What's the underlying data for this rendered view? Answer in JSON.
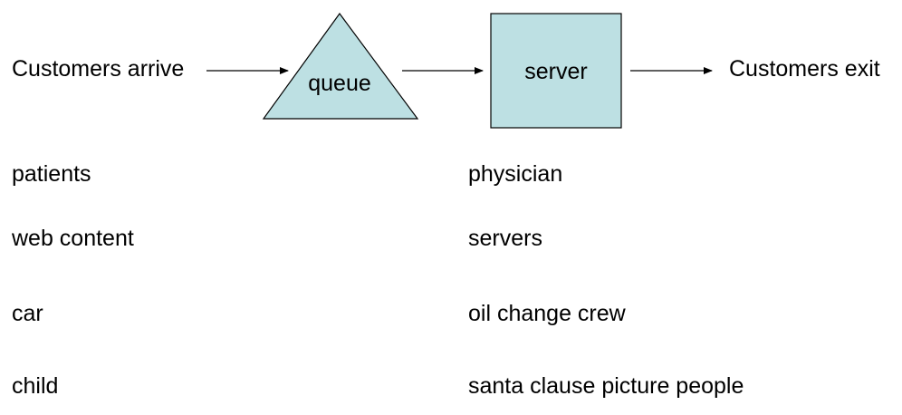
{
  "diagram": {
    "source_label": "Customers arrive",
    "queue_label": "queue",
    "server_label": "server",
    "sink_label": "Customers exit",
    "shape_fill": "#bde0e3",
    "stroke_color": "#000000"
  },
  "examples": [
    {
      "customer": "patients",
      "server": "physician"
    },
    {
      "customer": "web content",
      "server": "servers"
    },
    {
      "customer": "car",
      "server": "oil change crew"
    },
    {
      "customer": "child",
      "server": "santa clause picture people"
    }
  ]
}
